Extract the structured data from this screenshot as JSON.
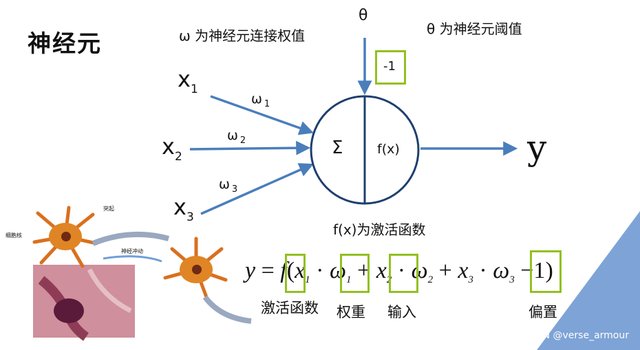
{
  "title": "神经元",
  "notes": {
    "weight": "ω 为神经元连接权值",
    "threshold_symbol": "θ",
    "threshold": "θ 为神经元阈值",
    "activation": "f(x)为激活函数"
  },
  "neuron": {
    "bias_value": "-1",
    "sum_symbol": "Σ",
    "activation_symbol": "f(x)",
    "output": "y"
  },
  "inputs": [
    {
      "x": "x",
      "x_sub": "1",
      "w": "ω",
      "w_sub": "1"
    },
    {
      "x": "x",
      "x_sub": "2",
      "w": "ω",
      "w_sub": "2"
    },
    {
      "x": "x",
      "x_sub": "3",
      "w": "ω",
      "w_sub": "3"
    }
  ],
  "bio_labels": {
    "cell_body": "细胞核",
    "dendrite": "突起",
    "impulse": "神经冲动"
  },
  "equation": {
    "lhs": "y",
    "eq": "=",
    "f": "f",
    "open": "(",
    "x1": "x",
    "x1_sub": "1",
    "dot1": "·",
    "w1": "ω",
    "w1_sub": "1",
    "plus1": "+",
    "x2": "x",
    "x2_sub": "2",
    "dot2": "·",
    "w2": "ω",
    "w2_sub": "2",
    "plus2": "+",
    "x3": "x",
    "x3_sub": "3",
    "dot3": "·",
    "w3": "ω",
    "w3_sub": "3",
    "bias": "−1",
    "close": ")",
    "label_f": "激活函数",
    "label_w": "权重",
    "label_x": "输入",
    "label_bias": "偏置"
  },
  "watermark": "CSDN @verse_armour",
  "colors": {
    "arrow": "#4a7ebb",
    "highlight": "#92c020",
    "corner": "#7ea3d6",
    "neuron": "#1f3f6e"
  }
}
